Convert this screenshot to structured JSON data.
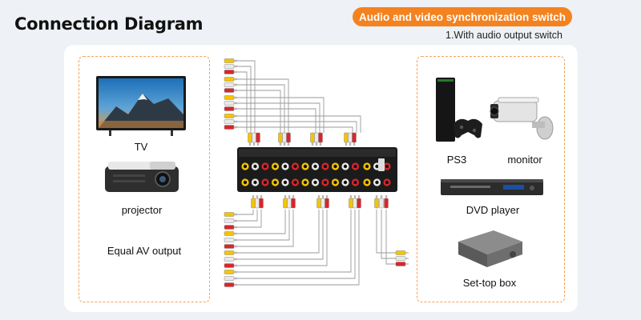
{
  "title": "Connection Diagram",
  "badge": "Audio and video synchronization switch",
  "subtitle": "1.With audio output switch",
  "left_devices": {
    "tv": "TV",
    "projector": "projector",
    "equal_av": "Equal AV output"
  },
  "right_devices": {
    "ps3": "PS3",
    "monitor": "monitor",
    "dvd": "DVD player",
    "settop": "Set-top box"
  },
  "colors": {
    "accent": "#f4821f",
    "dashed_border": "#f3a35a",
    "plug_yellow": "#f5c400",
    "plug_white": "#e9e9e9",
    "plug_red": "#d8262b"
  }
}
